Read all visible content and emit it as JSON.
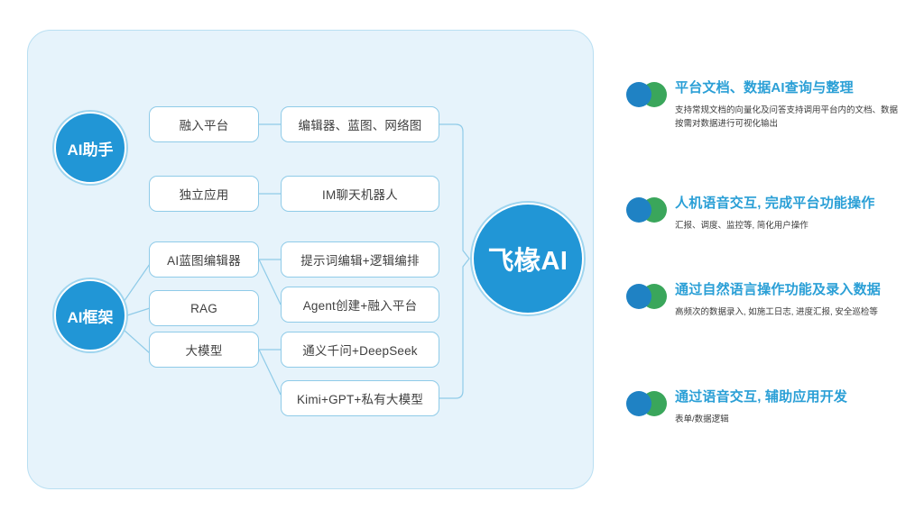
{
  "diagram": {
    "hub": {
      "label": "飞椽AI"
    },
    "categories": [
      {
        "id": "ai-assistant",
        "label": "AI助手"
      },
      {
        "id": "ai-framework",
        "label": "AI框架"
      }
    ],
    "mid_nodes": [
      {
        "id": "rongru-pingtai",
        "label": "融入平台"
      },
      {
        "id": "duli-yingyong",
        "label": "独立应用"
      },
      {
        "id": "ai-lantu-bianjiqi",
        "label": "AI蓝图编辑器"
      },
      {
        "id": "rag",
        "label": "RAG"
      },
      {
        "id": "da-moxing",
        "label": "大模型"
      }
    ],
    "leaf_nodes": [
      {
        "id": "bianjiqi-lantu-wangluotu",
        "label": "编辑器、蓝图、网络图"
      },
      {
        "id": "im-chatbot",
        "label": "IM聊天机器人"
      },
      {
        "id": "tishici-bianji",
        "label": "提示词编辑+逻辑编排"
      },
      {
        "id": "agent-chuangjian",
        "label": "Agent创建+融入平台"
      },
      {
        "id": "tongyi-deepseek",
        "label": "通义千问+DeepSeek"
      },
      {
        "id": "kimi-gpt-siyou",
        "label": "Kimi+GPT+私有大模型"
      }
    ]
  },
  "features": [
    {
      "id": "doc-data-query",
      "title": "平台文档、数据AI查询与整理",
      "desc": "支持常规文档的向量化及问答支持调用平台内的文档、数据按需对数据进行可视化输出"
    },
    {
      "id": "voice-interaction-platform-ops",
      "title": "人机语音交互, 完成平台功能操作",
      "desc": "汇报、调度、监控等, 简化用户操作"
    },
    {
      "id": "nl-operate-and-entry",
      "title": "通过自然语言操作功能及录入数据",
      "desc": "高频次的数据录入, 如施工日志, 进度汇报, 安全巡检等"
    },
    {
      "id": "voice-assisted-app-dev",
      "title": "通过语音交互, 辅助应用开发",
      "desc": "表单/数据逻辑"
    }
  ],
  "colors": {
    "panel_bg": "#e6f3fb",
    "panel_border": "#b9dff2",
    "node_border": "#8fcbe8",
    "accent_blue": "#2196d6",
    "title_blue": "#2a9fd6",
    "bullet_blue": "#1f82c4",
    "bullet_green": "#3aa65b",
    "connector": "#8fcbe8"
  }
}
